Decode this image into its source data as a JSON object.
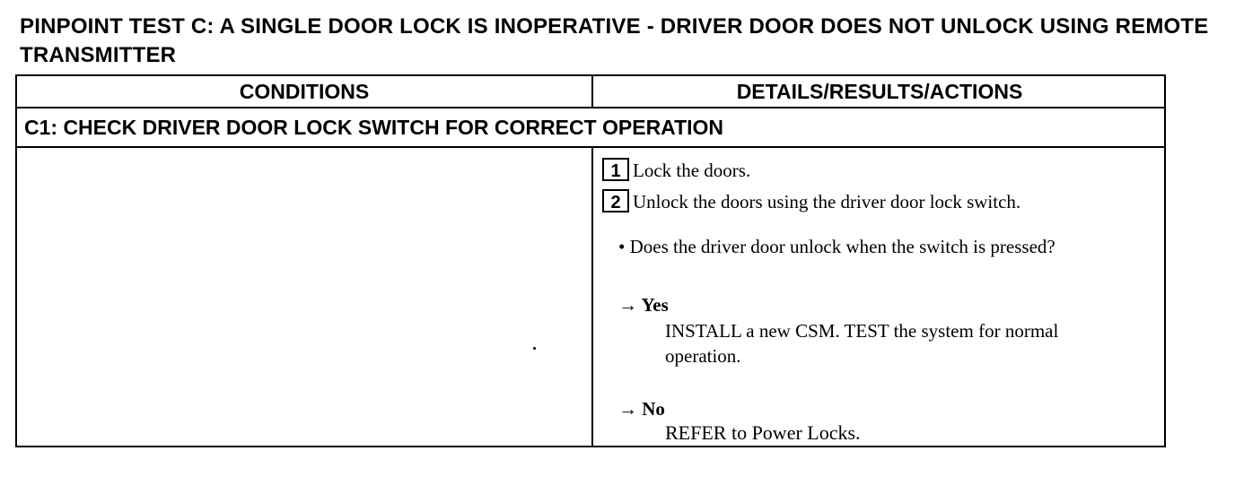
{
  "title": "PINPOINT TEST C: A SINGLE DOOR LOCK IS INOPERATIVE - DRIVER DOOR DOES NOT UNLOCK USING REMOTE TRANSMITTER",
  "table": {
    "headers": {
      "conditions": "CONDITIONS",
      "details": "DETAILS/RESULTS/ACTIONS"
    },
    "step_title": "C1: CHECK DRIVER DOOR LOCK SWITCH FOR CORRECT OPERATION",
    "steps": [
      {
        "number": "1",
        "text": "Lock the doors."
      },
      {
        "number": "2",
        "text": "Unlock the doors using the driver door lock switch."
      }
    ],
    "question": "• Does the driver door unlock when the switch is pressed?",
    "answers": {
      "yes": {
        "label": "→ Yes",
        "action": "INSTALL a new CSM. TEST the system for normal operation."
      },
      "no": {
        "label": "→ No",
        "action": "REFER to Power Locks."
      }
    }
  }
}
